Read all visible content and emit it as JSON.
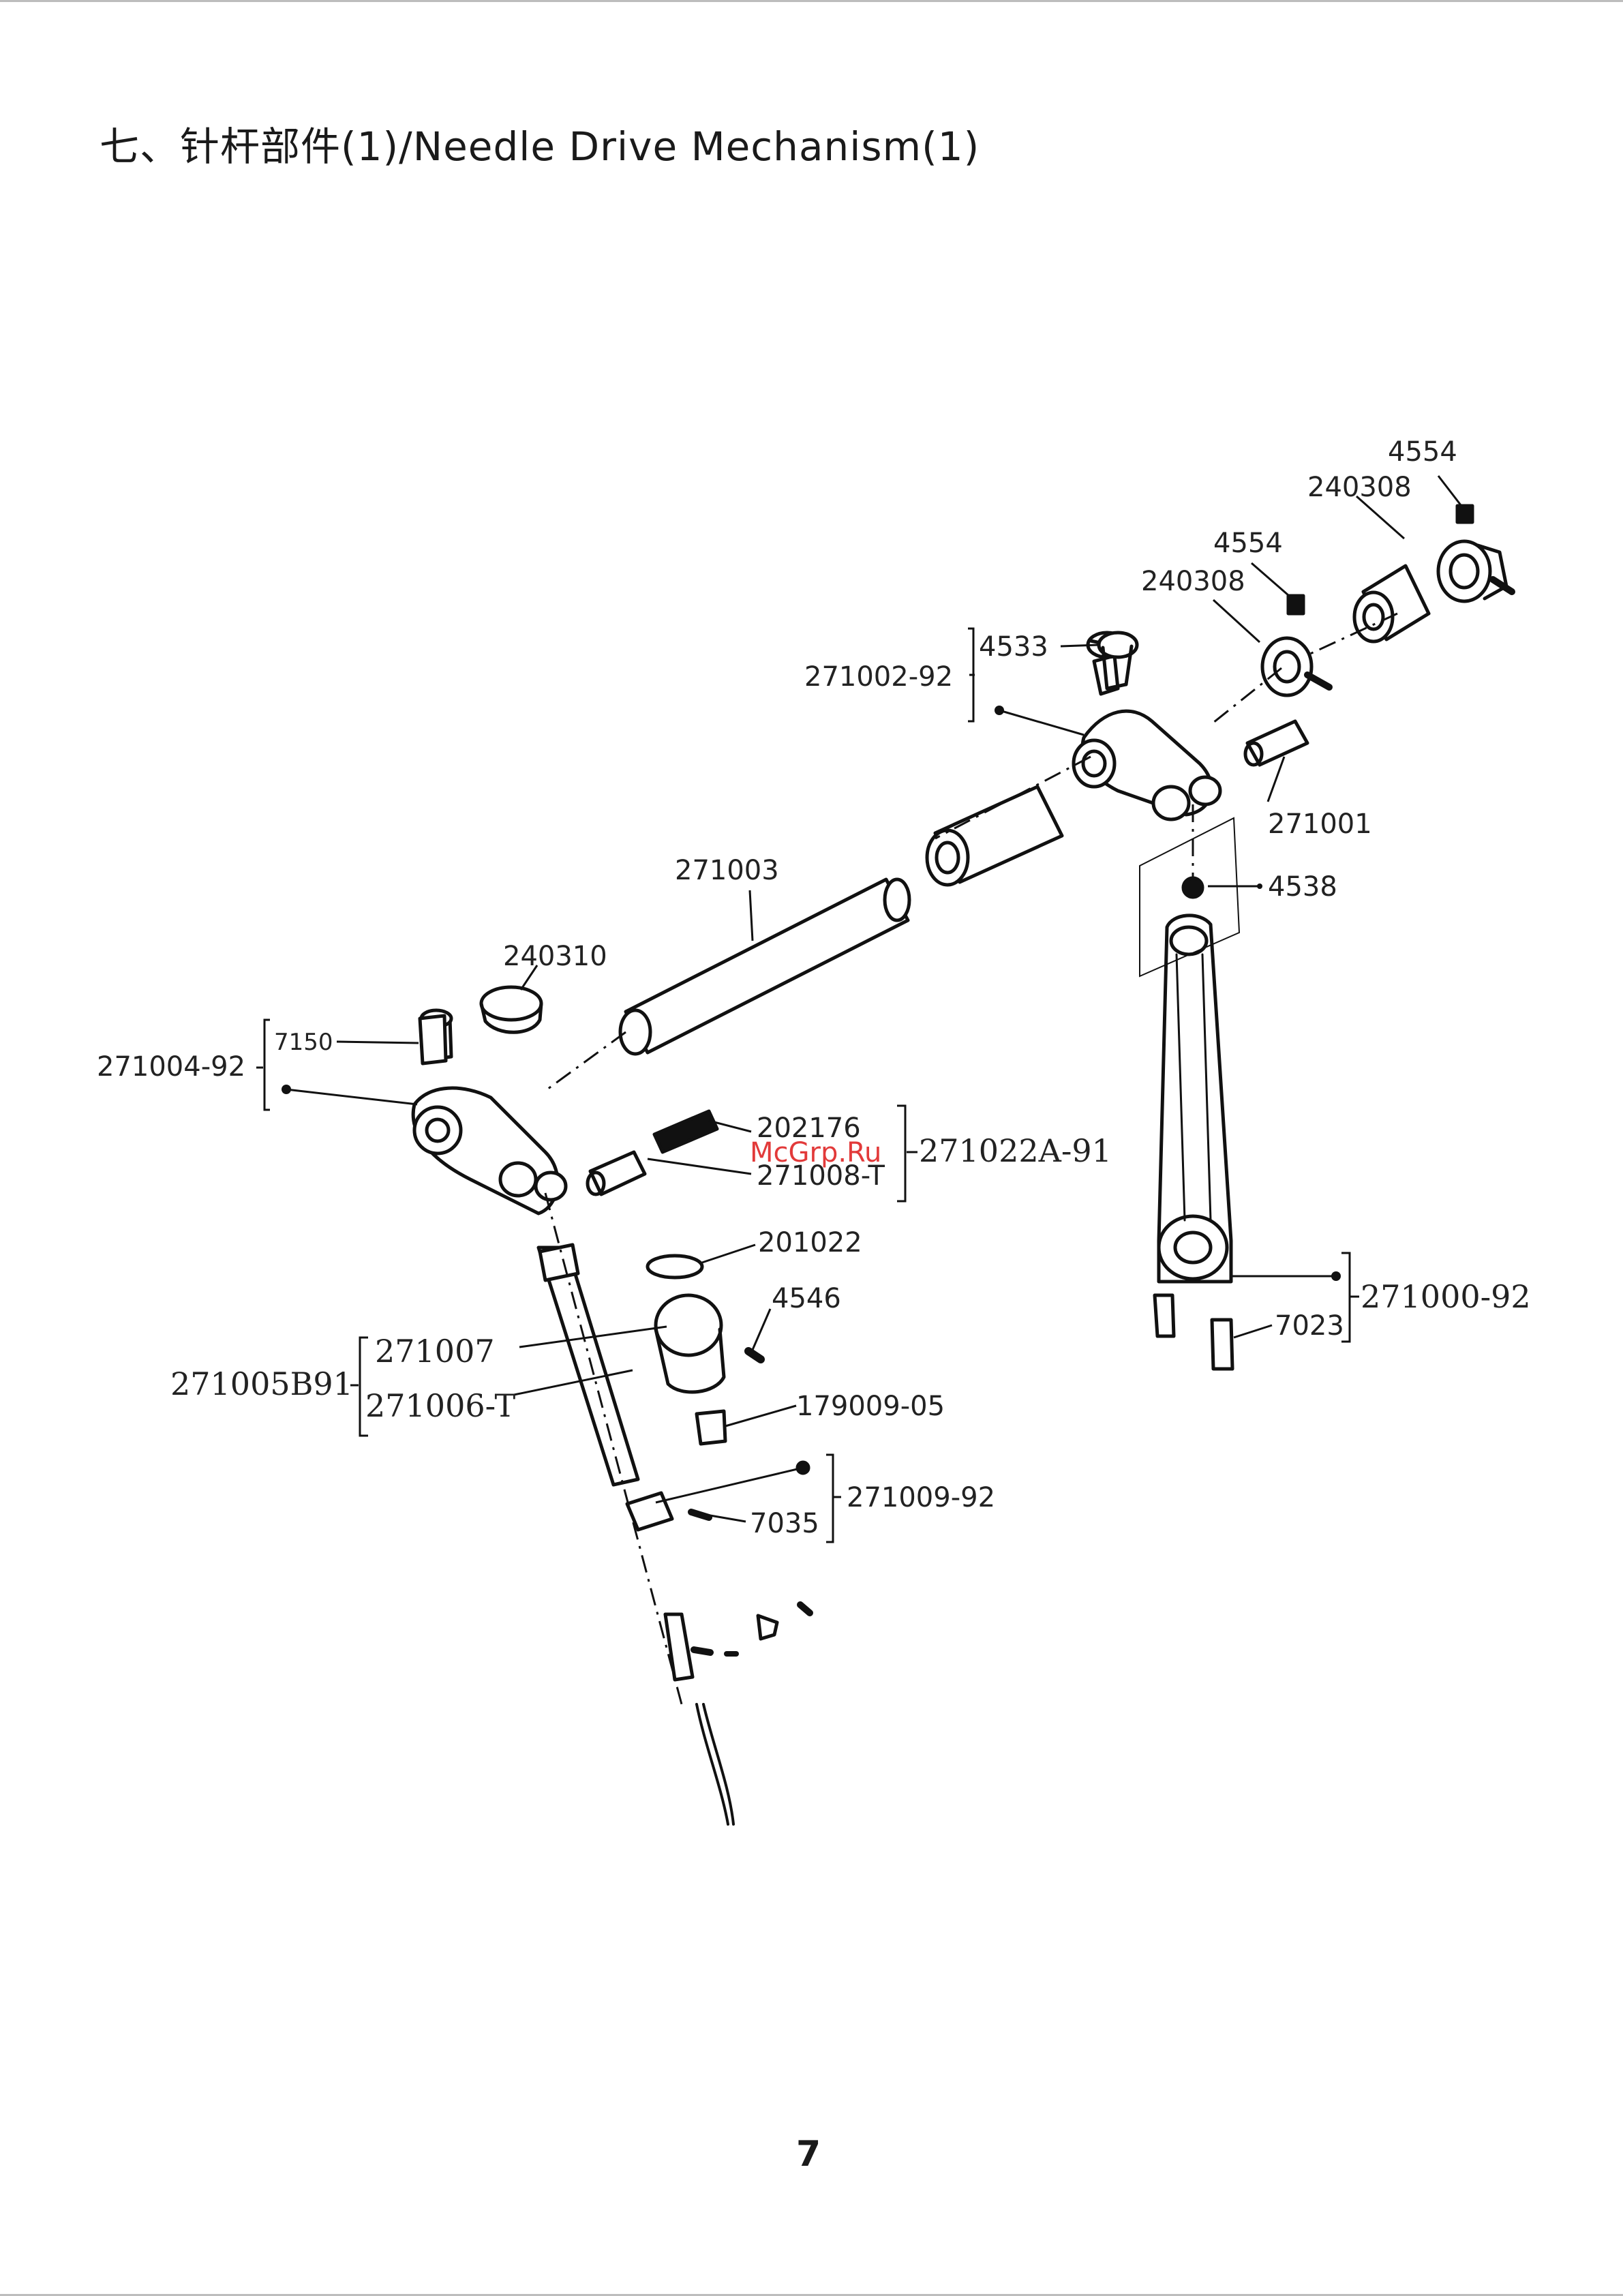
{
  "title": "七、针杆部件(1)/Needle Drive Mechanism(1)",
  "page_number": "7",
  "watermark": "McGrp.Ru",
  "labels": {
    "p4554_a": "4554",
    "p240308_a": "240308",
    "p4554_b": "4554",
    "p240308_b": "240308",
    "p4533": "4533",
    "p271002_92": "271002-92",
    "p271001": "271001",
    "p4538": "4538",
    "p271003": "271003",
    "p240310": "240310",
    "p7150": "7150",
    "p271004_92": "271004-92",
    "p202176": "202176",
    "p271008_T": "271008-T",
    "p271022A_91": "271022A-91",
    "p201022": "201022",
    "p4546": "4546",
    "p271007": "271007",
    "p271005B91": "271005B91",
    "p271006_T": "271006-T",
    "p179009_05": "179009-05",
    "p271009_92": "271009-92",
    "p7035": "7035",
    "p271000_92": "271000-92",
    "p7023": "7023"
  }
}
